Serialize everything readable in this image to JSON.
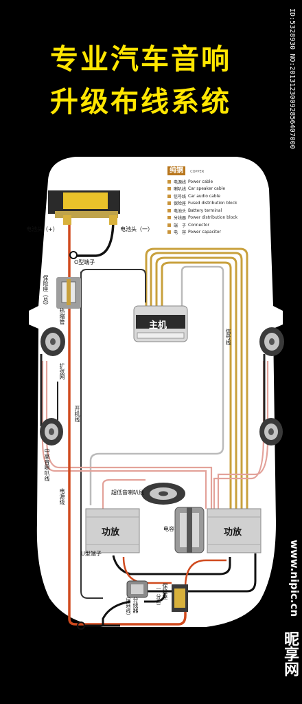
{
  "title": {
    "line1": "专业汽车音响",
    "line2": "升级布线系统"
  },
  "side_id": "ID:5328930 NO:20131230092856407000",
  "watermark": {
    "site": "www.nipic.cn",
    "brand": "昵享网"
  },
  "legend": {
    "badge": "纯铜",
    "badge_sub": "COPPER",
    "items": [
      {
        "zh": "电源线",
        "en": "Power cable"
      },
      {
        "zh": "喇叭线",
        "en": "Car speaker cable"
      },
      {
        "zh": "信号线",
        "en": "Car audio cable"
      },
      {
        "zh": "保险座",
        "en": "Fused distribution block"
      },
      {
        "zh": "电池头",
        "en": "Battery terminal"
      },
      {
        "zh": "分线器",
        "en": "Power distribution block"
      },
      {
        "zh": "端　子",
        "en": "Connector"
      },
      {
        "zh": "电　容",
        "en": "Power capacitor"
      }
    ]
  },
  "labels": {
    "battery_pos": "电池头（+）",
    "battery_neg": "电池头（一）",
    "o_terminal": "O型端子",
    "fuse_main": "保险座（总）",
    "heat_tube": "热缩管",
    "expand_mesh": "扩张网",
    "power_on_wire": "开机线",
    "mid_high_speaker_wire": "中高音喇叭线",
    "power_wire": "电源线",
    "signal_wire": "信号线",
    "head_unit": "主机",
    "sub_speaker_wire": "超低音喇叭线",
    "amp_left": "功放",
    "amp_right": "功放",
    "capacitor": "电容",
    "u_terminal": "U型端子",
    "ground_wire": "（接地线）",
    "splitter": "分线器",
    "fuse_block": "保险座",
    "one_to_two": "（一分二）"
  },
  "colors": {
    "title": "#ffe600",
    "background": "#000000",
    "car": "#ffffff",
    "power_wire": "#d04a1e",
    "signal_wire": "#c8a03c",
    "speaker_wire": "#e8a8a0",
    "ground_wire": "#111111"
  }
}
